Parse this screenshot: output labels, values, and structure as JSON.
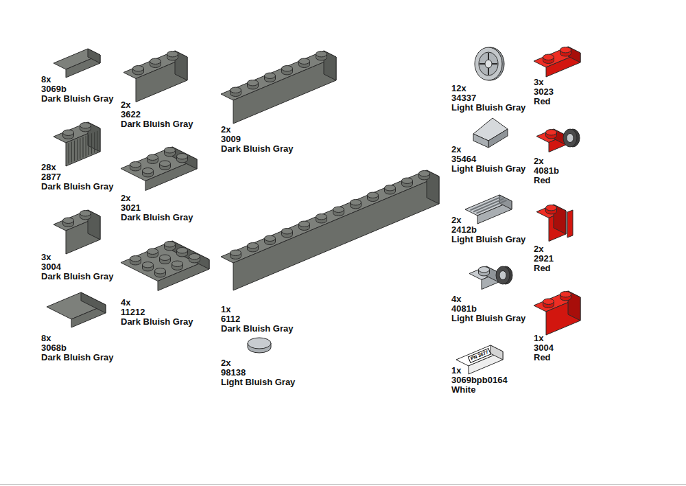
{
  "diagram": {
    "labels": [
      "8x",
      "3069b",
      "Dark Bluish Gray",
      "28x",
      "2877",
      "Dark Bluish Gray",
      "3x",
      "3004",
      "Dark Bluish Gray",
      "8x",
      "3068b",
      "Dark Bluish Gray",
      "2x",
      "3622",
      "Dark Bluish Gray",
      "2x",
      "3021",
      "Dark Bluish Gray",
      "4x",
      "11212",
      "Dark Bluish Gray",
      "2x",
      "3009",
      "Dark Bluish Gray",
      "1x",
      "6112",
      "Dark Bluish Gray",
      "2x",
      "98138",
      "Light Bluish Gray",
      "12x",
      "34337",
      "Light Bluish Gray",
      "2x",
      "35464",
      "Light Bluish Gray",
      "2x",
      "2412b",
      "Light Bluish Gray",
      "4x",
      "4081b",
      "Light Bluish Gray",
      "1x",
      "3069bpb0164",
      "White",
      "3x",
      "3023",
      "Red",
      "2x",
      "4081b",
      "Red",
      "2x",
      "2921",
      "Red",
      "1x",
      "3004",
      "Red",
      "PN 3677"
    ]
  }
}
